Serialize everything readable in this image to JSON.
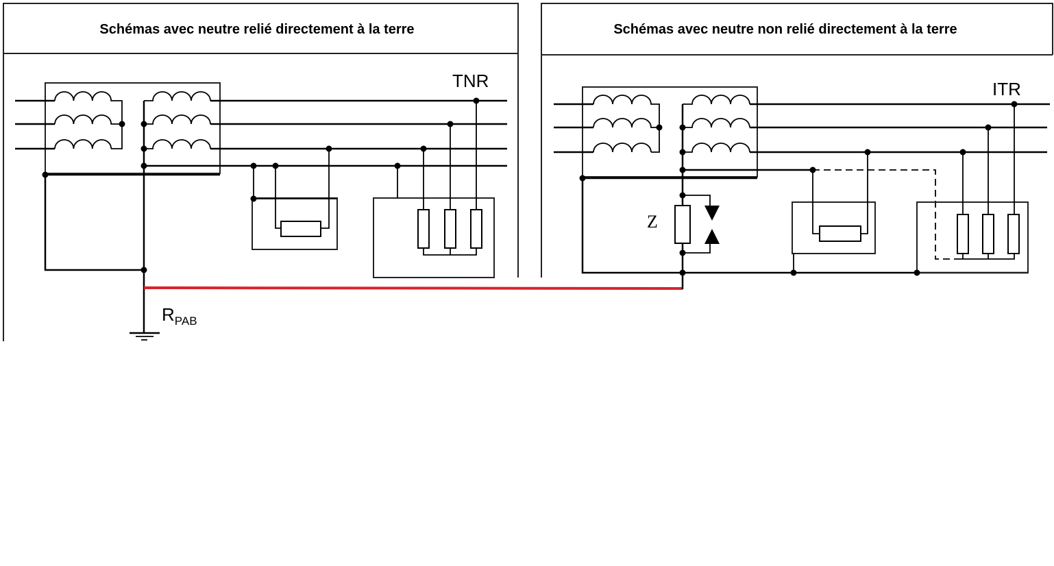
{
  "left_panel": {
    "title": "Schémas avec neutre relié directement à la terre",
    "scheme_label": "TNR",
    "resistance_label": "R",
    "resistance_subscript": "PAB"
  },
  "right_panel": {
    "title": "Schémas avec neutre non relié directement à la terre",
    "scheme_label": "ITR",
    "impedance_label": "Z"
  },
  "colors": {
    "equipotential_link": "#d9232d",
    "wires": "#000000"
  },
  "icons": [
    "transformer-coil",
    "resistor",
    "ground-symbol",
    "surge-arrester-arrows",
    "junction-dot"
  ]
}
